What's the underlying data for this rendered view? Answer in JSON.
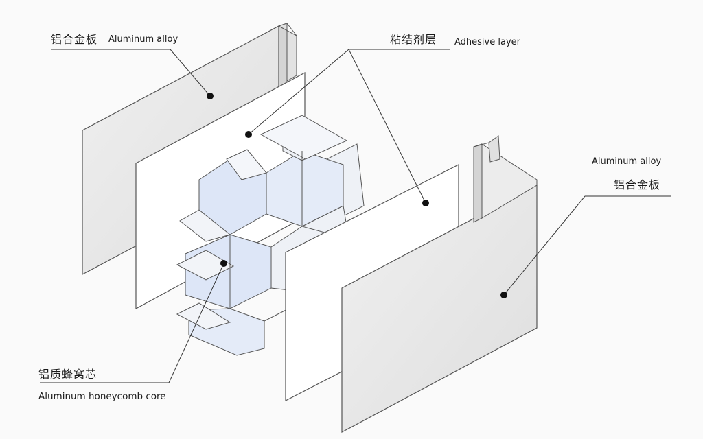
{
  "labels": {
    "top_left_zh": "铝合金板",
    "top_left_en": "Aluminum alloy",
    "adhesive_zh": "粘结剂层",
    "adhesive_en": "Adhesive layer",
    "right_en": "Aluminum alloy",
    "right_zh": "铝合金板",
    "core_zh": "铝质蜂窝芯",
    "core_en": "Aluminum honeycomb core"
  },
  "colors": {
    "background": "#fafafa",
    "panel_fill": "#e8e8e8",
    "sheet_fill": "#ffffff",
    "honeycomb_face": "#dde6f7",
    "honeycomb_side": "#eef1f6",
    "outline": "#555555",
    "leader": "#333333"
  }
}
